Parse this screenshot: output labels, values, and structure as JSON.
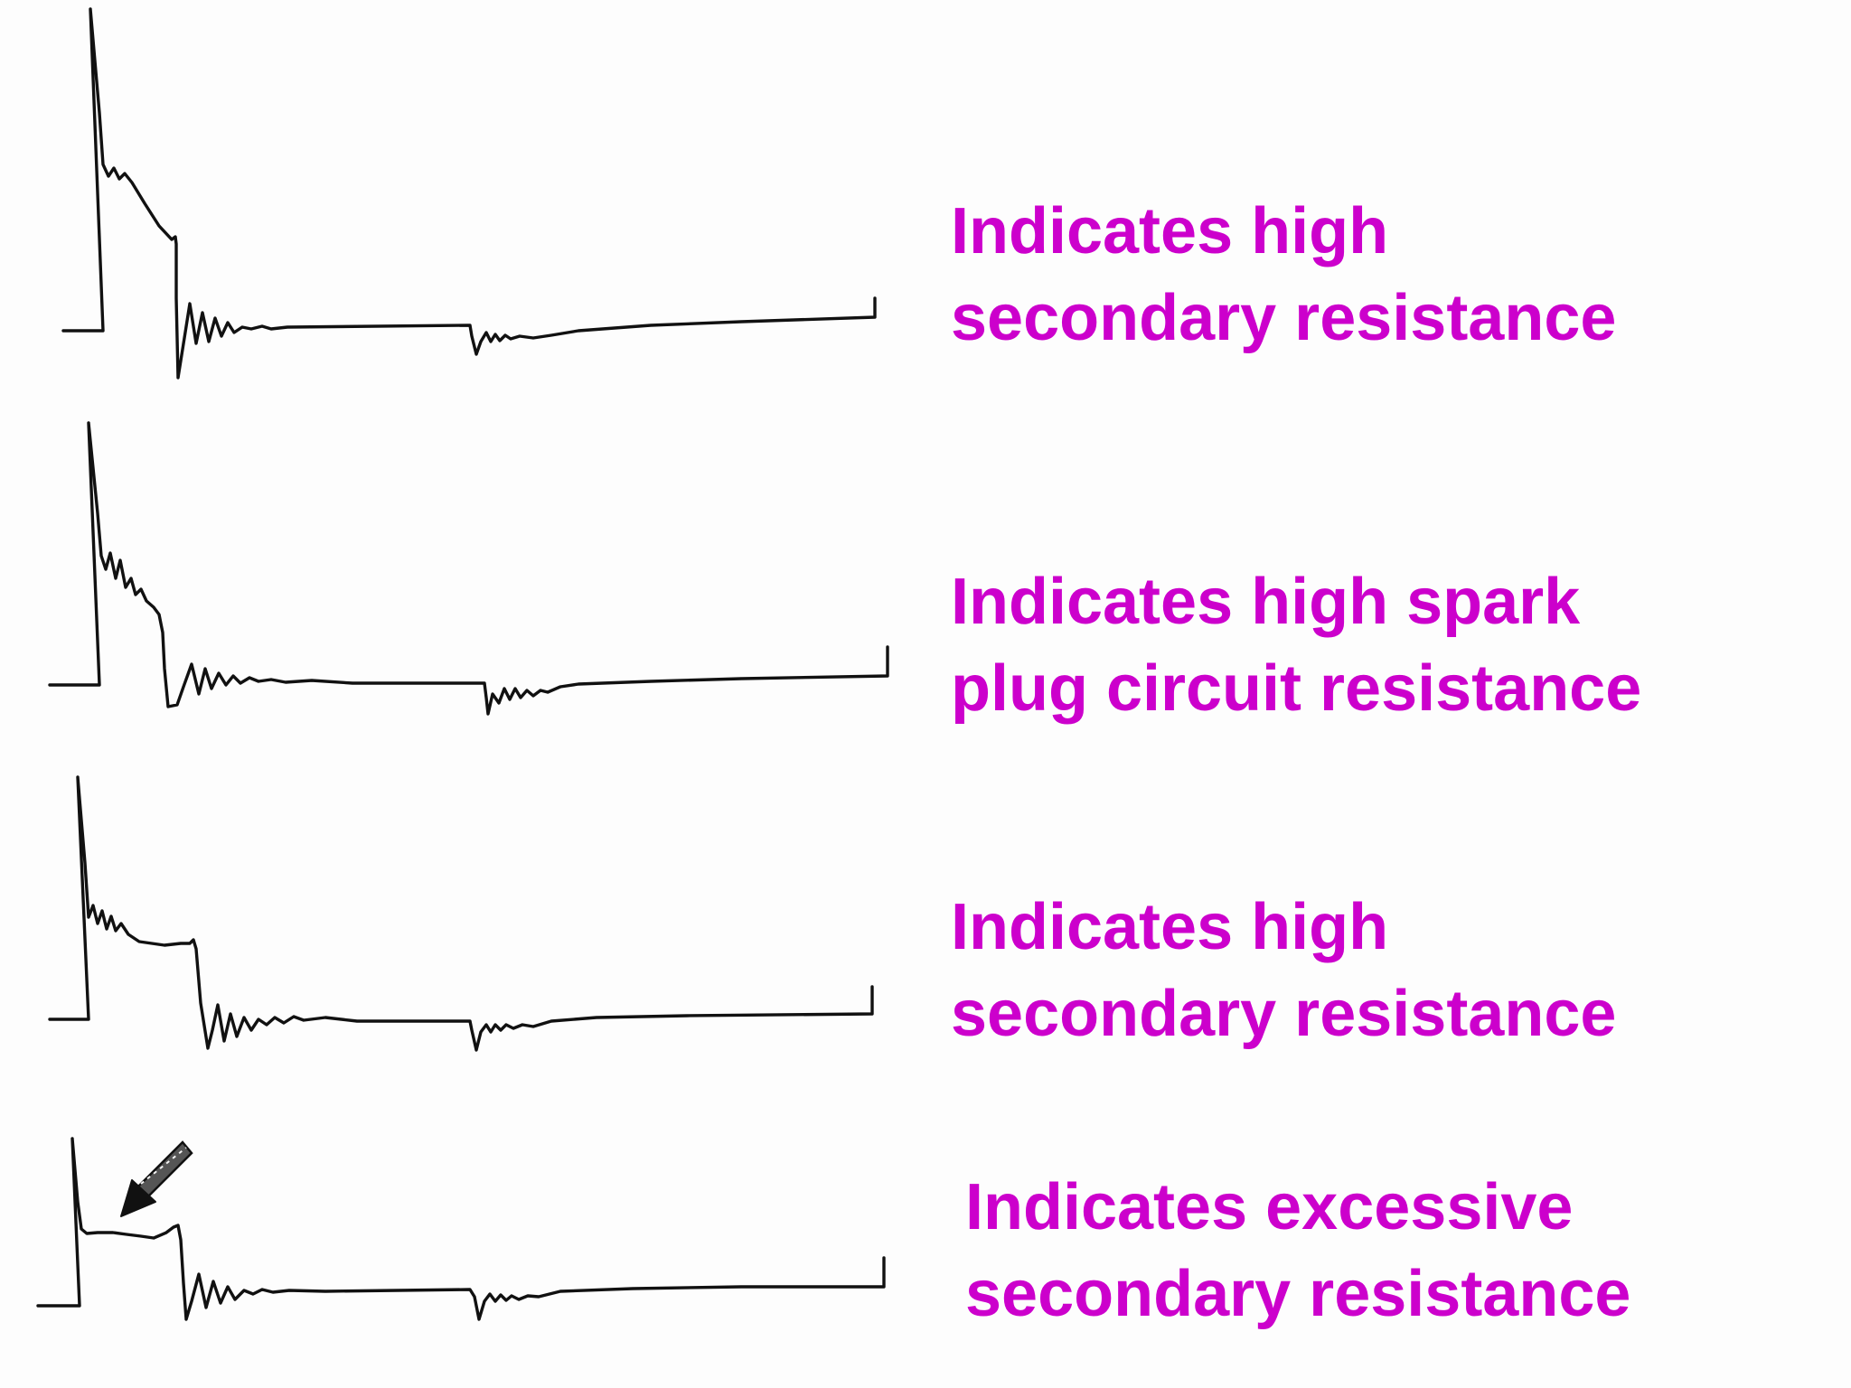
{
  "accent_color": "#cc00cc",
  "waveform_color": "#111111",
  "patterns": [
    {
      "caption_lines": [
        "Indicates high",
        "secondary resistance"
      ]
    },
    {
      "caption_lines": [
        "Indicates high spark",
        "plug circuit resistance"
      ]
    },
    {
      "caption_lines": [
        "Indicates high",
        "secondary resistance"
      ]
    },
    {
      "caption_lines": [
        "Indicates excessive",
        "secondary resistance"
      ],
      "arrow_icon": "arrow-down-left-icon"
    }
  ]
}
